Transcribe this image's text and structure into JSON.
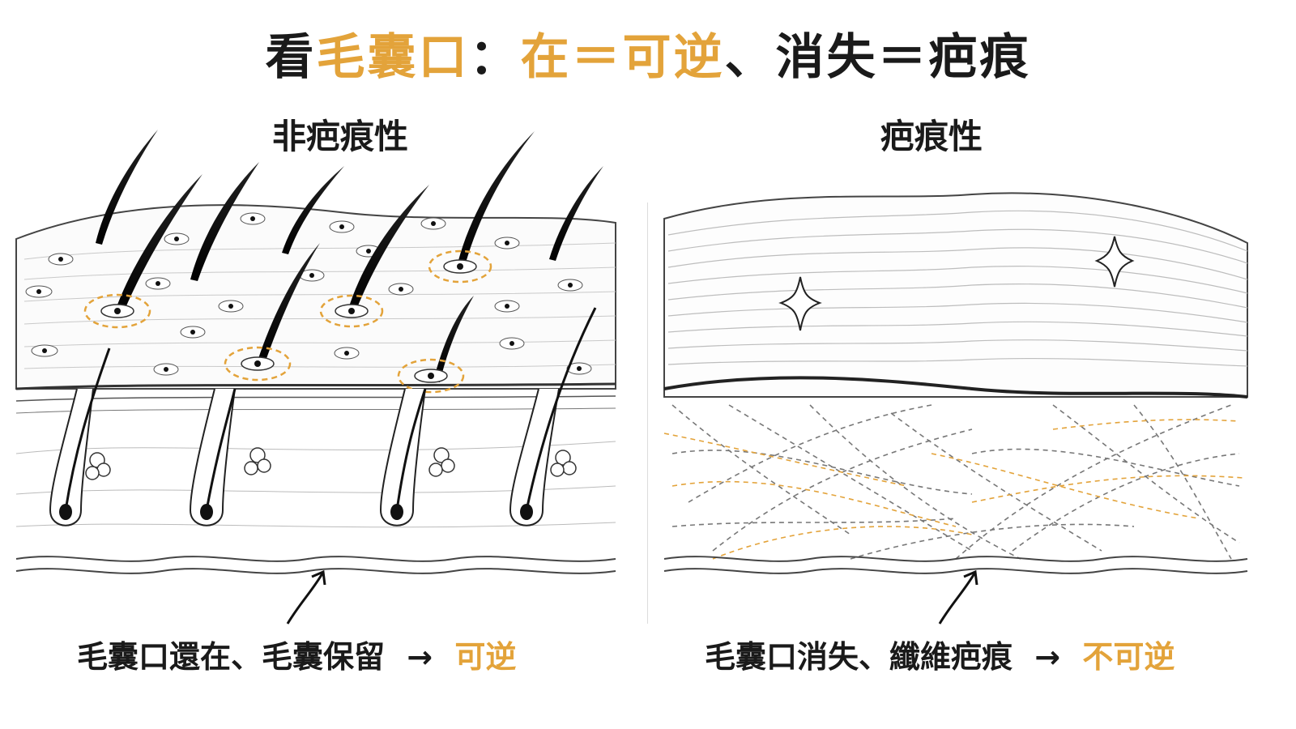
{
  "title": {
    "part1": "看",
    "part2": "毛囊口",
    "part3": "：",
    "part4": "在＝可逆",
    "part5": "、消失＝疤痕"
  },
  "left": {
    "heading": "非疤痕性",
    "caption_main": "毛囊口還在、毛囊保留",
    "caption_arrow": "→",
    "caption_result": "可逆"
  },
  "right": {
    "heading": "疤痕性",
    "caption_main": "毛囊口消失、纖維疤痕",
    "caption_arrow": "→",
    "caption_result": "不可逆"
  },
  "colors": {
    "accent": "#e3a33a",
    "ink": "#1a1a1a",
    "line": "#555555"
  }
}
